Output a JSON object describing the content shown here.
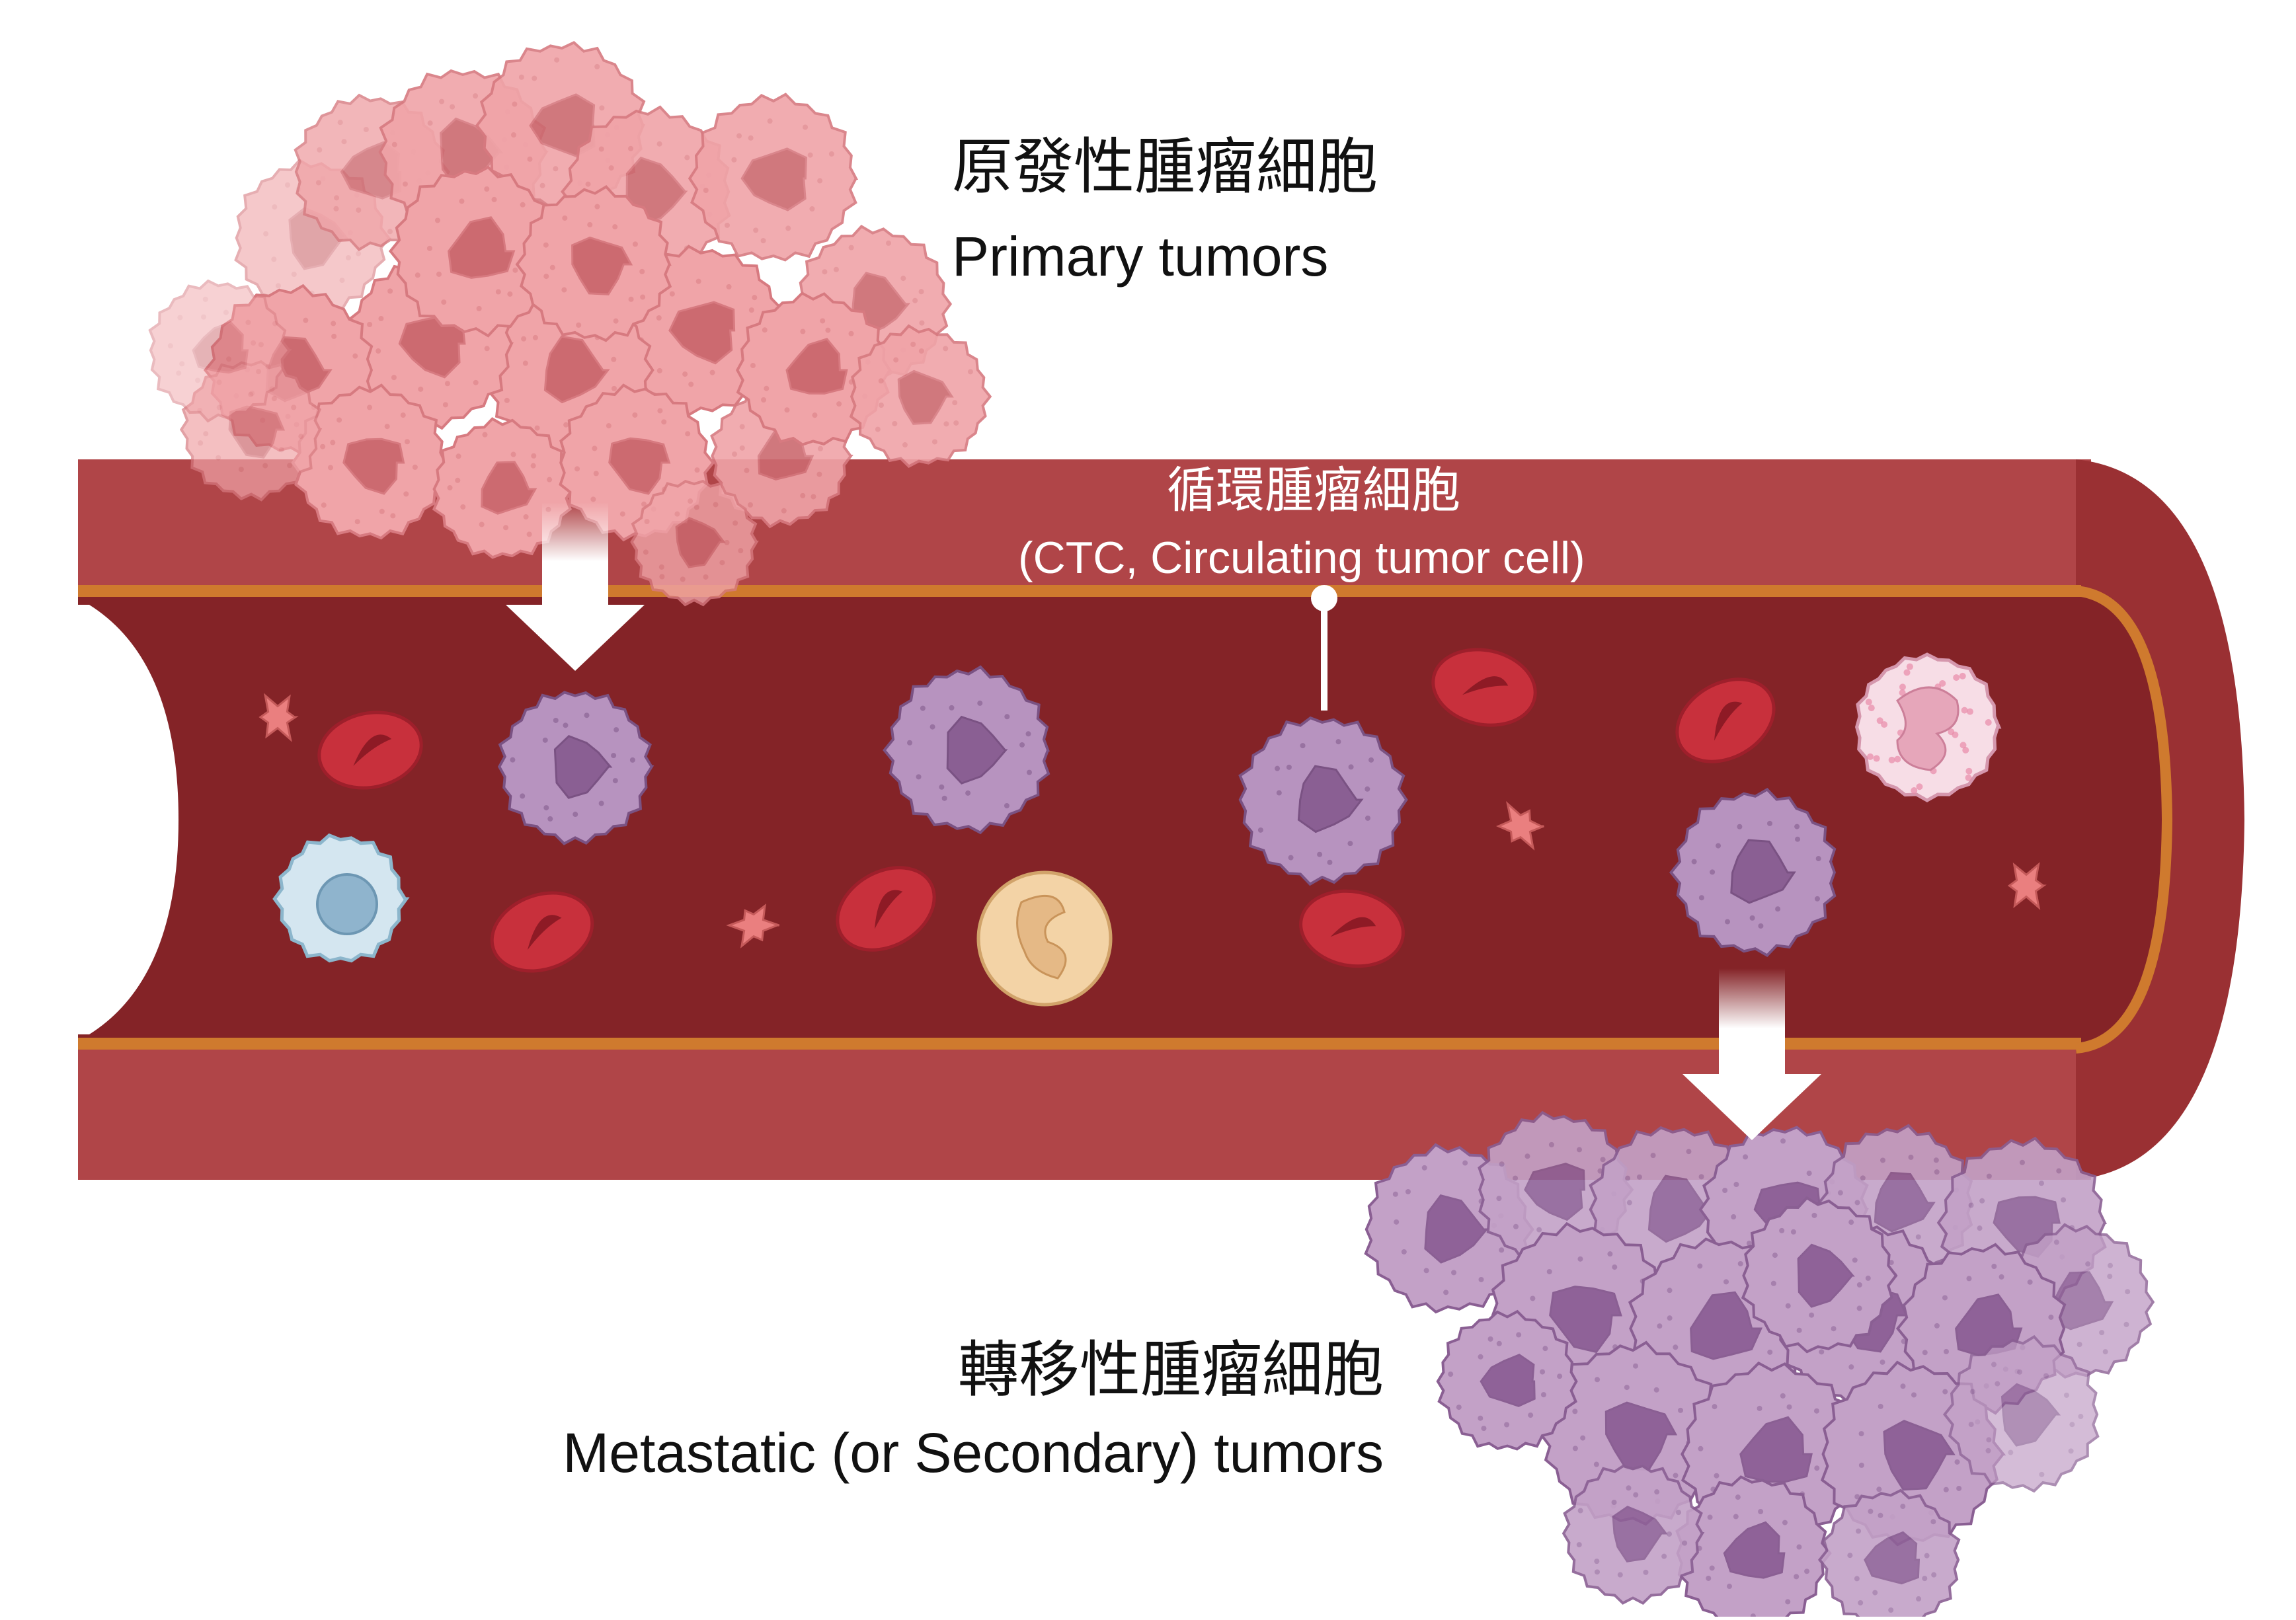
{
  "labels": {
    "primary_zh": "原發性腫瘤細胞",
    "primary_en": "Primary tumors",
    "ctc_zh": "循環腫瘤細胞",
    "ctc_en": "(CTC, Circulating tumor cell)",
    "metastatic_zh": "轉移性腫瘤細胞",
    "metastatic_en": "Metastatic (or Secondary) tumors"
  },
  "colors": {
    "vessel_wall": "#b04548",
    "vessel_lumen": "#842327",
    "vessel_end": "#9a3033",
    "vessel_line": "#cf7a2e",
    "primary_tumor": "#f0a4a8",
    "primary_nucleus": "#cc6a70",
    "ctc_cell": "#b793bf",
    "ctc_nucleus": "#8a5f93",
    "metastatic_tumor": "#c3a1c7",
    "metastatic_nucleus": "#8f6298",
    "red_blood_cell": "#c8303c",
    "platelet": "#ea7f7f",
    "lymphocyte": "#d4e6f0",
    "neutrophil": "#f3d3a6",
    "eosinophil": "#f7dde6",
    "arrow": "#ffffff"
  },
  "icons": [
    "tumor-cell-icon",
    "red-blood-cell-icon",
    "platelet-icon",
    "white-blood-cell-icon",
    "arrow-down-icon"
  ]
}
